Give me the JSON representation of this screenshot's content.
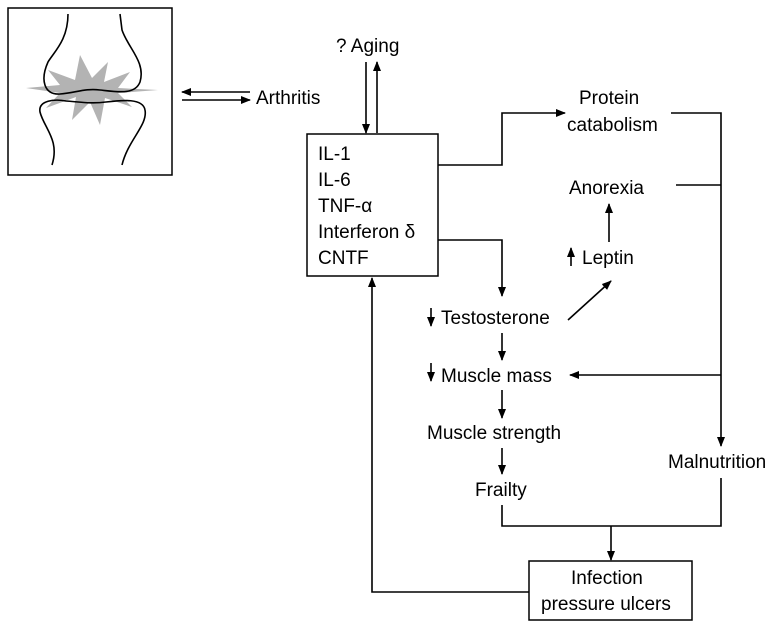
{
  "nodes": {
    "aging": "? Aging",
    "arthritis": "Arthritis",
    "cytokine_1": "IL-1",
    "cytokine_2": "IL-6",
    "cytokine_3": "TNF-α",
    "cytokine_4": "Interferon δ",
    "cytokine_5": "CNTF",
    "protein_1": "Protein",
    "protein_2": "catabolism",
    "anorexia": "Anorexia",
    "leptin": "Leptin",
    "testosterone": "Testosterone",
    "muscle_mass": "Muscle mass",
    "muscle_strength": "Muscle strength",
    "frailty": "Frailty",
    "malnutrition": "Malnutrition",
    "infection_1": "Infection",
    "infection_2": "pressure ulcers"
  },
  "colors": {
    "line": "#000000",
    "joint_burst": "#b3b3b3",
    "background": "#ffffff"
  }
}
